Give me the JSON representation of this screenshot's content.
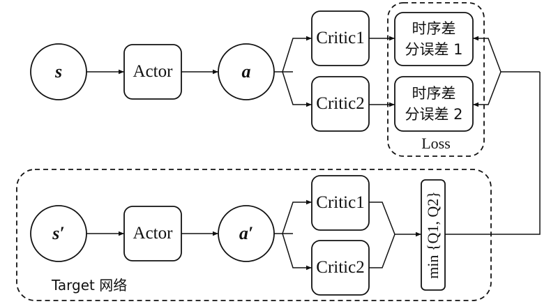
{
  "top_row": {
    "state": "s",
    "actor": "Actor",
    "action": "a",
    "critic1": "Critic1",
    "critic2": "Critic2",
    "td_error_1": "时序差\n分误差 1",
    "td_error_2": "时序差\n分误差 2",
    "loss_label": "Loss"
  },
  "target_row": {
    "state": "s′",
    "actor": "Actor",
    "action": "a′",
    "critic1": "Critic1",
    "critic2": "Critic2",
    "min_label": "min {Q1, Q2}",
    "group_label": "Target 网络"
  }
}
